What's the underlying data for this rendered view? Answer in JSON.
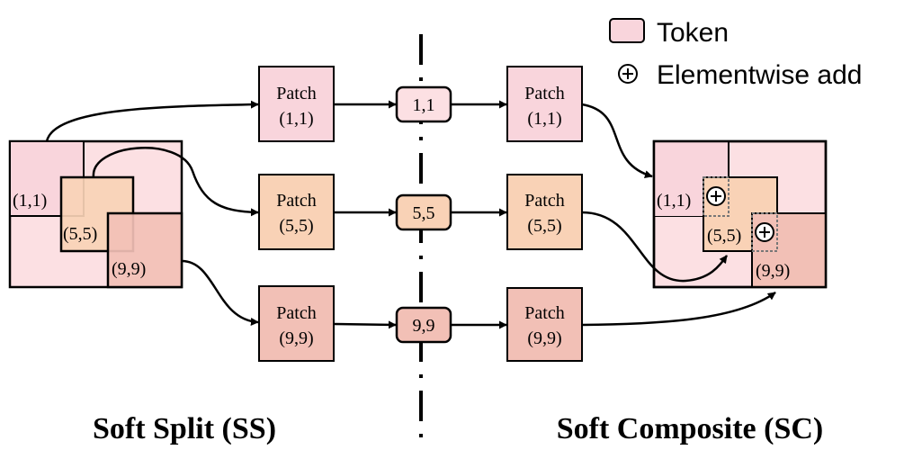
{
  "legend": {
    "token_label": "Token",
    "add_label": "Elementwise add"
  },
  "colors": {
    "patch_1_1": "#f9d5dc",
    "patch_5_5": "#f9d2b6",
    "patch_9_9": "#f2c0b6",
    "background_tile": "#fce0e3",
    "border": "#000000",
    "divider": "#000000"
  },
  "soft_split": {
    "title": "Soft Split (SS)",
    "labels": {
      "p1": "(1,1)",
      "p5": "(5,5)",
      "p9": "(9,9)"
    }
  },
  "patches_left": [
    {
      "line1": "Patch",
      "line2": "(1,1)"
    },
    {
      "line1": "Patch",
      "line2": "(5,5)"
    },
    {
      "line1": "Patch",
      "line2": "(9,9)"
    }
  ],
  "tokens": [
    "1,1",
    "5,5",
    "9,9"
  ],
  "patches_right": [
    {
      "line1": "Patch",
      "line2": "(1,1)"
    },
    {
      "line1": "Patch",
      "line2": "(5,5)"
    },
    {
      "line1": "Patch",
      "line2": "(9,9)"
    }
  ],
  "soft_composite": {
    "title": "Soft Composite (SC)",
    "labels": {
      "p1": "(1,1)",
      "p5": "(5,5)",
      "p9": "(9,9)"
    }
  }
}
